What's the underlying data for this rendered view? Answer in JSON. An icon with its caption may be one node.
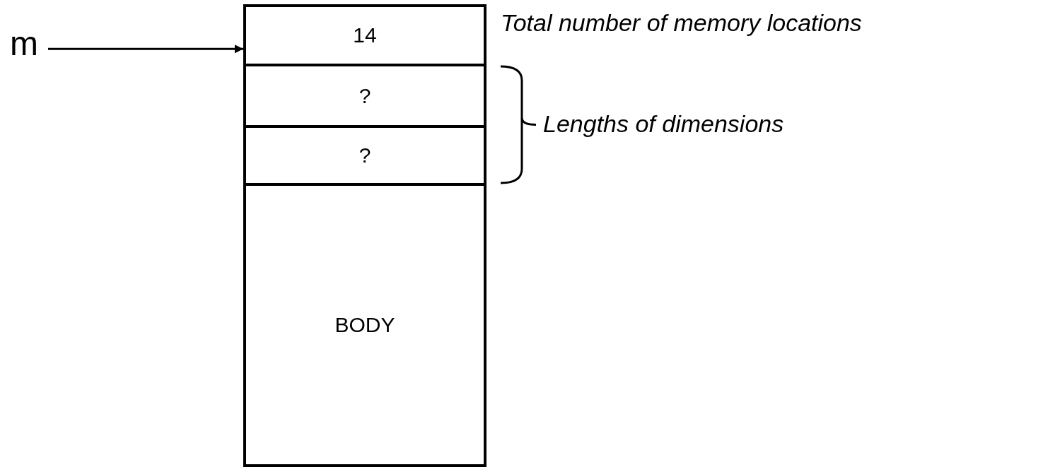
{
  "diagram": {
    "nodes": [
      {
        "text": [
          "m"
        ]
      },
      {
        "text": [
          "14"
        ],
        "beside": [
          "Total number of memory locations"
        ]
      },
      {
        "text": [
          "?"
        ]
      },
      {
        "text": [
          "?"
        ]
      },
      {
        "text": [
          "BODY"
        ]
      }
    ],
    "edges": [
      {
        "from": 0,
        "to": 1,
        "arrow": "to"
      }
    ],
    "labels": [
      "Lengths of dimensions"
    ]
  }
}
